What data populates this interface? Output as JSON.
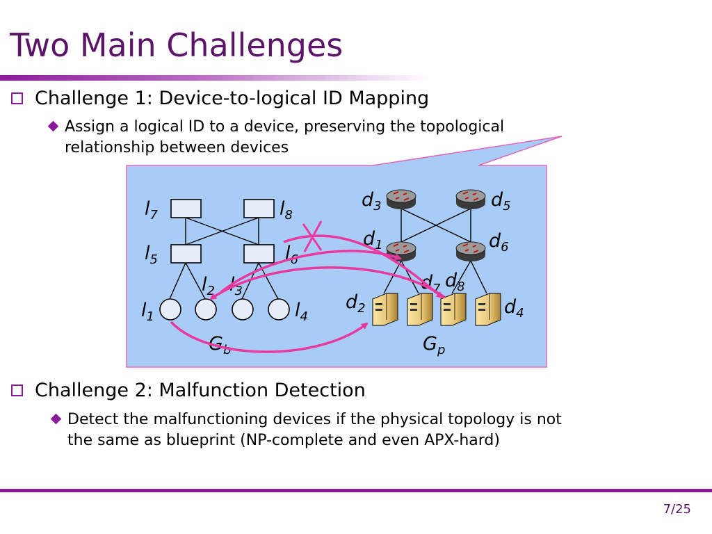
{
  "slide": {
    "title": "Two Main Challenges",
    "page_number": "7/25"
  },
  "challenge1": {
    "heading": "Challenge 1: Device-to-logical ID Mapping",
    "detail_line1": "Assign a logical ID to a device, preserving the topological",
    "detail_line2": "relationship between devices"
  },
  "challenge2": {
    "heading": "Challenge 2: Malfunction Detection",
    "detail_line1": "Detect the malfunctioning devices if the physical topology is not",
    "detail_line2": "the same as blueprint (NP-complete and even APX-hard)"
  },
  "diagram": {
    "blueprint_graph_label": "G",
    "blueprint_graph_sub": "b",
    "physical_graph_label": "G",
    "physical_graph_sub": "p",
    "logical_nodes": [
      {
        "id": "l7",
        "base": "l",
        "sub": "7"
      },
      {
        "id": "l8",
        "base": "l",
        "sub": "8"
      },
      {
        "id": "l5",
        "base": "l",
        "sub": "5"
      },
      {
        "id": "l6",
        "base": "l",
        "sub": "6"
      },
      {
        "id": "l1",
        "base": "l",
        "sub": "1"
      },
      {
        "id": "l2",
        "base": "l",
        "sub": "2"
      },
      {
        "id": "l3",
        "base": "l",
        "sub": "3"
      },
      {
        "id": "l4",
        "base": "l",
        "sub": "4"
      }
    ],
    "devices": [
      {
        "id": "d3",
        "base": "d",
        "sub": "3"
      },
      {
        "id": "d5",
        "base": "d",
        "sub": "5"
      },
      {
        "id": "d1",
        "base": "d",
        "sub": "1"
      },
      {
        "id": "d6",
        "base": "d",
        "sub": "6"
      },
      {
        "id": "d7",
        "base": "d",
        "sub": "7"
      },
      {
        "id": "d8",
        "base": "d",
        "sub": "8"
      },
      {
        "id": "d2",
        "base": "d",
        "sub": "2"
      },
      {
        "id": "d4",
        "base": "d",
        "sub": "4"
      }
    ],
    "colors": {
      "panel_fill": "#a9ccf7",
      "panel_border": "#e066b8",
      "mapping_arrow": "#e8399e",
      "node_fill": "#e6ecf8",
      "accent": "#8b1a9a"
    }
  }
}
